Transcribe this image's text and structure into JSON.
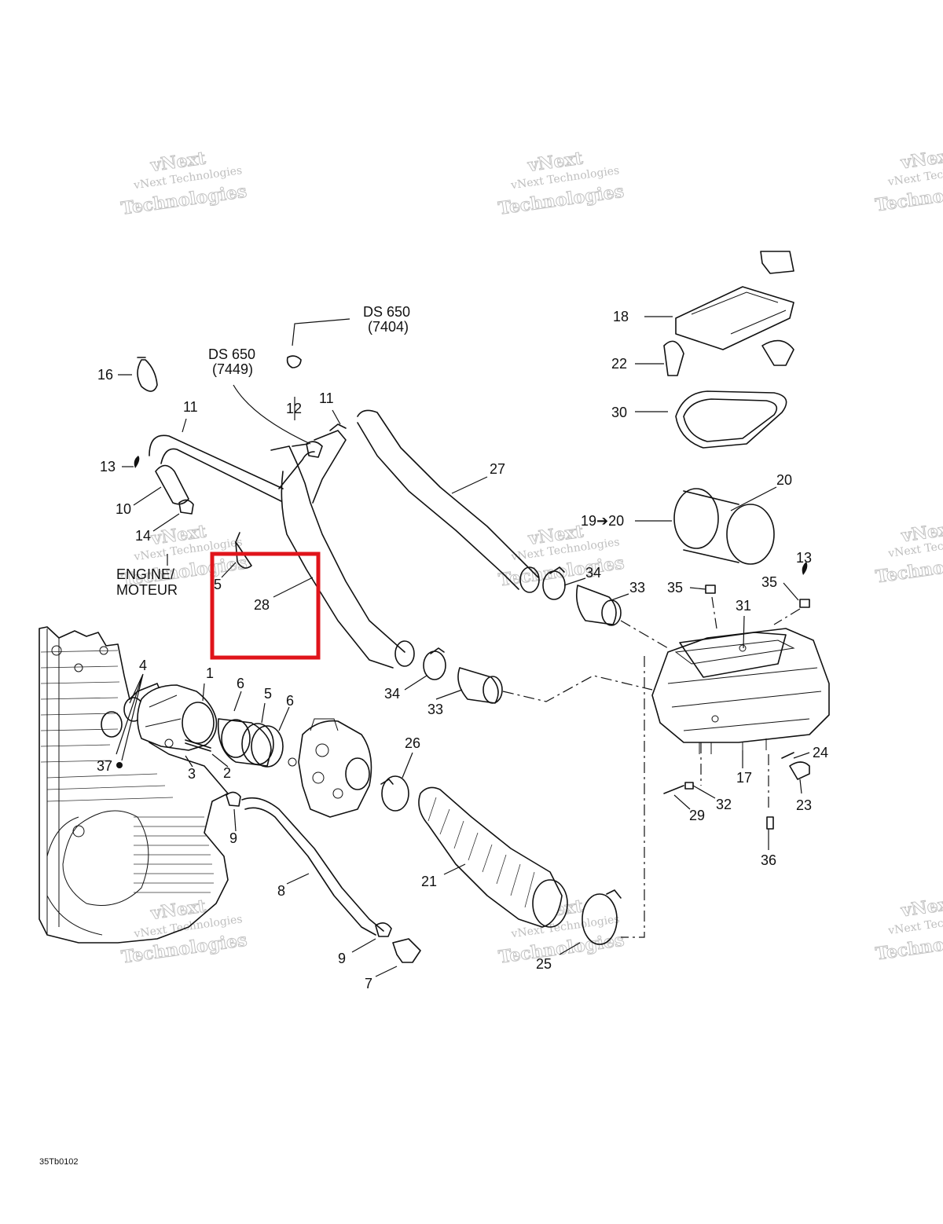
{
  "diagram": {
    "callouts": [
      "1",
      "2",
      "3",
      "4",
      "5",
      "6",
      "6",
      "7",
      "8",
      "9",
      "9",
      "10",
      "11",
      "11",
      "12",
      "13",
      "13",
      "14",
      "16",
      "17",
      "18",
      "19➔20",
      "20",
      "21",
      "22",
      "23",
      "24",
      "25",
      "26",
      "27",
      "28",
      "29",
      "30",
      "31",
      "32",
      "33",
      "33",
      "34",
      "34",
      "35",
      "35",
      "36",
      "37"
    ],
    "model_labels": [
      {
        "name": "DS 650",
        "code": "(7404)"
      },
      {
        "name": "DS 650",
        "code": "(7449)"
      }
    ],
    "engine_label": {
      "line1": "ENGINE/",
      "line2": "MOTEUR"
    },
    "highlighted_part": "28",
    "highlight_color": "#e0141b",
    "drawing_reference": "35Tb0102"
  },
  "watermark": {
    "line1": "vNext Technologies",
    "line2": "Technologies",
    "line3": "vNext"
  }
}
